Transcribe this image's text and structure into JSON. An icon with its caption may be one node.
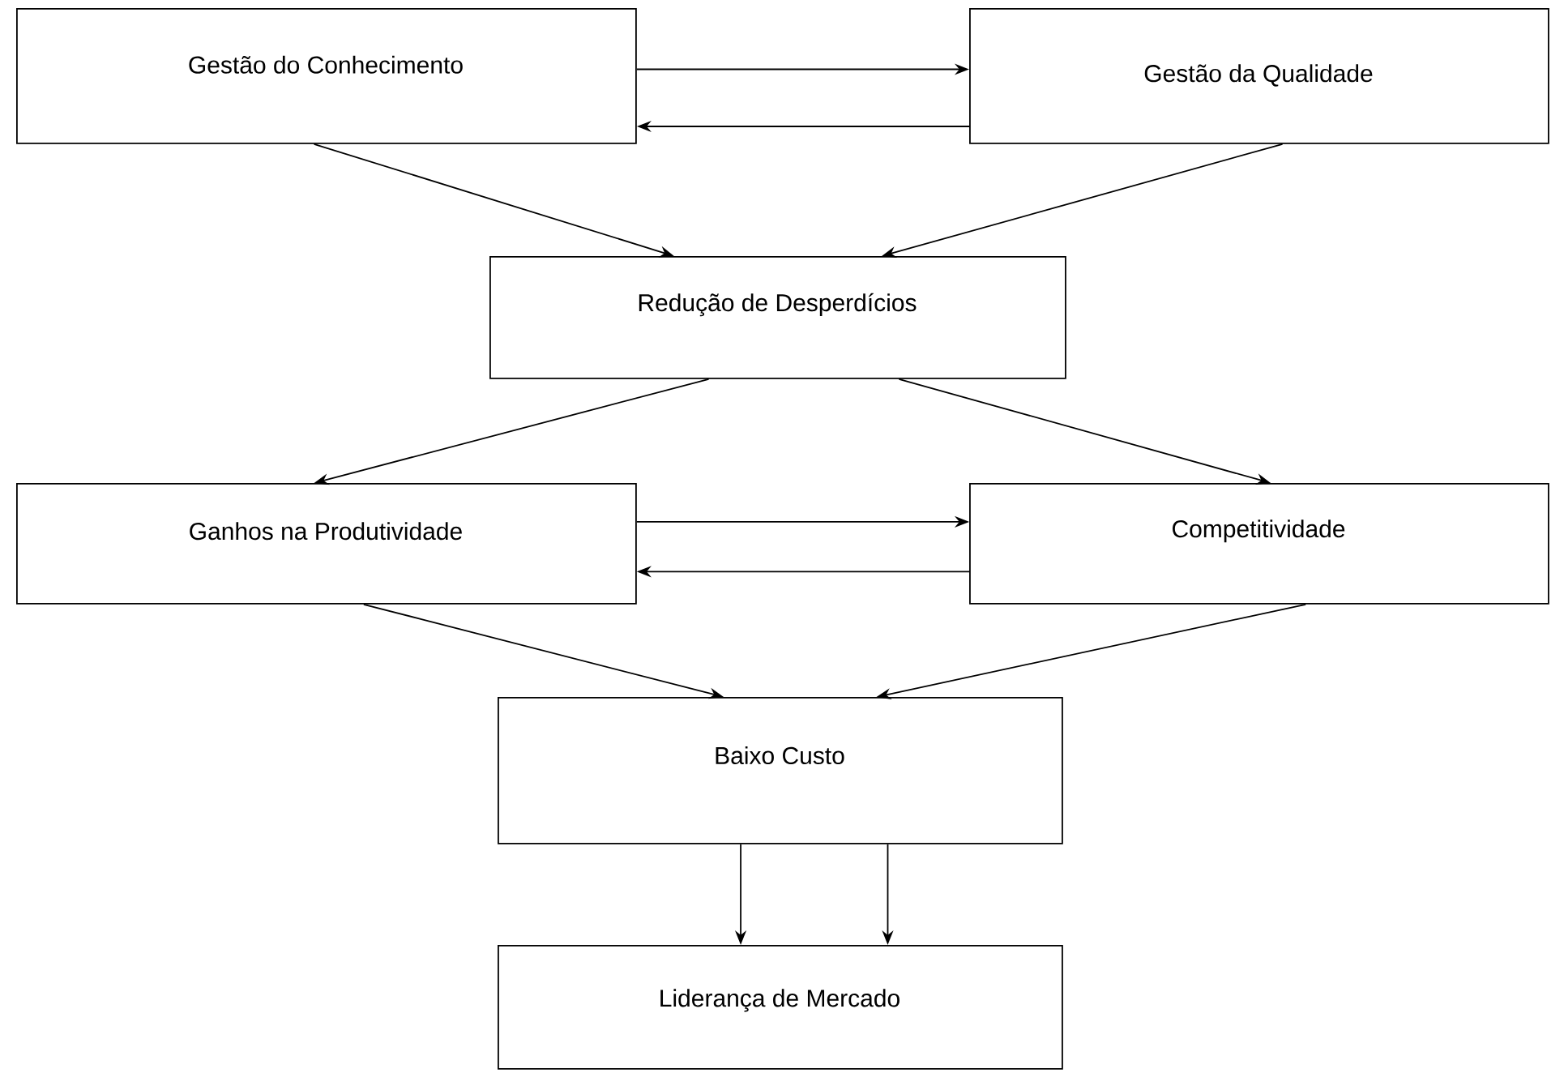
{
  "diagram": {
    "nodes": [
      {
        "text": [
          "Gestão do Conhecimento"
        ]
      },
      {
        "text": [
          "Gestão da Qualidade"
        ]
      },
      {
        "text": [
          "Redução de Desperdícios"
        ]
      },
      {
        "text": [
          "Ganhos na Produtividade"
        ]
      },
      {
        "text": [
          "Competitividade"
        ]
      },
      {
        "text": [
          "Baixo Custo"
        ]
      },
      {
        "text": [
          "Liderança de Mercado"
        ]
      }
    ],
    "edges": [
      {
        "from": 0,
        "to": 1,
        "arrow": "to"
      },
      {
        "from": 1,
        "to": 0,
        "arrow": "to"
      },
      {
        "from": 0,
        "to": 2,
        "arrow": "to"
      },
      {
        "from": 1,
        "to": 2,
        "arrow": "to"
      },
      {
        "from": 2,
        "to": 3,
        "arrow": "to"
      },
      {
        "from": 2,
        "to": 4,
        "arrow": "to"
      },
      {
        "from": 3,
        "to": 4,
        "arrow": "to"
      },
      {
        "from": 4,
        "to": 3,
        "arrow": "to"
      },
      {
        "from": 3,
        "to": 5,
        "arrow": "to"
      },
      {
        "from": 4,
        "to": 5,
        "arrow": "to"
      },
      {
        "from": 5,
        "to": 6,
        "arrow": "to"
      },
      {
        "from": 5,
        "to": 6,
        "arrow": "to"
      }
    ]
  }
}
